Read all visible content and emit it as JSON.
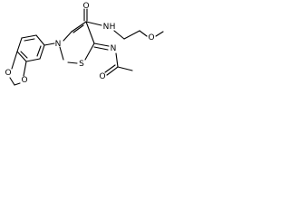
{
  "molecule": {
    "atoms": {
      "n_carboxamide": "N",
      "h_carboxamide": "H",
      "o_carbonyl": "O",
      "o_methoxy": "O",
      "n2_ring": "N",
      "s_ring": "S",
      "n_imine": "N",
      "o_acetyl": "O",
      "o_dioxole_top": "O",
      "o_dioxole_bottom": "O"
    },
    "colors": {
      "bond": "#000000",
      "label": "#000000",
      "background": "#ffffff"
    }
  }
}
